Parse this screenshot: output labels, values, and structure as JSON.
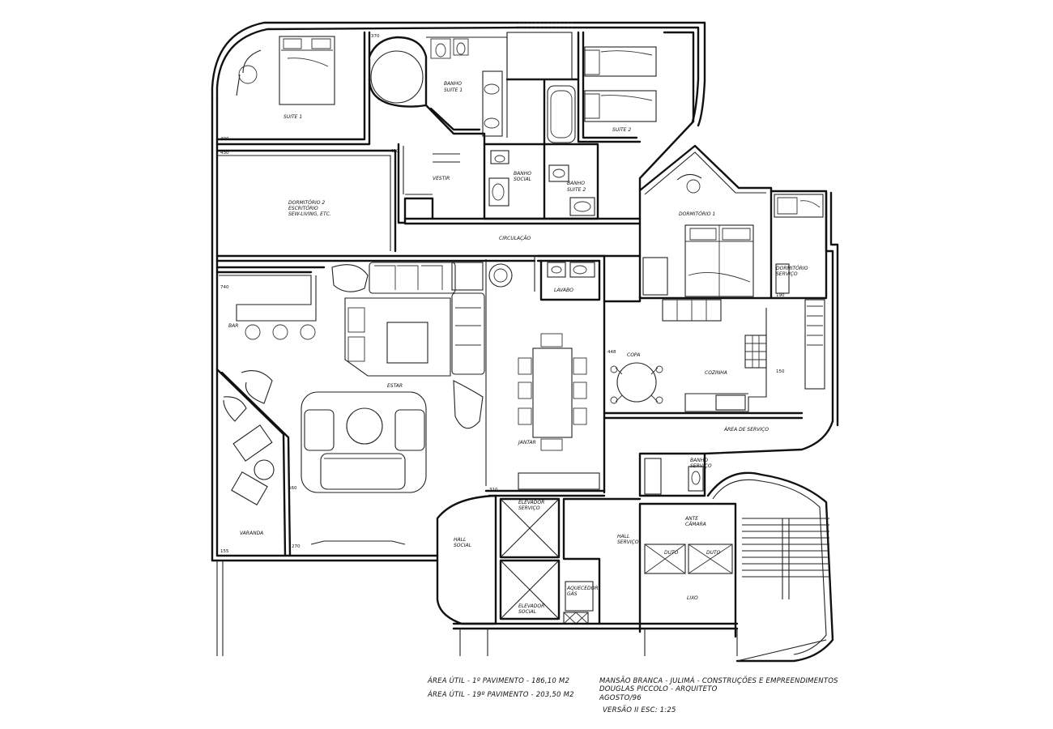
{
  "rooms": {
    "suite1": "SUITE 1",
    "banho_suite1": "BANHO SUITE 1",
    "suite2": "SUITE 2",
    "banho_suite2": "BANHO SUITE 2",
    "banho_social": "BANHO SOCIAL",
    "vestir": "VESTIR",
    "dormitorio2": [
      "DORMITÓRIO 2",
      "ESCRITÓRIO",
      "SEW-LIVING, ETC."
    ],
    "circulacao": "CIRCULAÇÃO",
    "dormitorio1": "DORMITÓRIO 1",
    "dormitorio_servico": [
      "DORMITÓRIO",
      "SERVIÇO"
    ],
    "lavabo": "LAVABO",
    "copa": "COPA",
    "cozinha": "COZINHA",
    "area_servico": "ÁREA DE SERVIÇO",
    "bar": "BAR",
    "estar": "ESTAR",
    "jantar": "JANTAR",
    "varanda": "VARANDA",
    "hall_social": [
      "HALL",
      "SOCIAL"
    ],
    "elevador_servico": [
      "ELEVADOR",
      "SERVIÇO"
    ],
    "elevador_social": [
      "ELEVADOR",
      "SOCIAL"
    ],
    "hall_servico": [
      "HALL",
      "SERVIÇO"
    ],
    "banho_servico": [
      "BANHO",
      "SERVIÇO"
    ],
    "ante_camara": [
      "ANTE",
      "CÂMARA"
    ],
    "duto1": "DUTO",
    "duto2": "DUTO",
    "lixo": "LIXO",
    "aquecedor": [
      "AQUECEDOR",
      "GÁS"
    ]
  },
  "dimensions": {
    "d370": "370",
    "d400": "400",
    "d430": "430",
    "d740": "740",
    "d448": "448",
    "d190": "190",
    "d150": "150",
    "d560": "560",
    "d310": "310",
    "d155": "155",
    "d270": "270"
  },
  "notes": {
    "area1": "ÁREA ÚTIL - 1º PAVIMENTO - 186,10 M2",
    "area2": "ÁREA ÚTIL - 19º PAVIMENTO - 203,50 M2",
    "client": "MANSÃO BRANCA - JULIMÁ - CONSTRUÇÕES E EMPREENDIMENTOS",
    "architect": "DOUGLAS PICCOLO - ARQUITETO",
    "date": "AGOSTO/96",
    "version": "VERSÃO II   ESC: 1:25"
  }
}
